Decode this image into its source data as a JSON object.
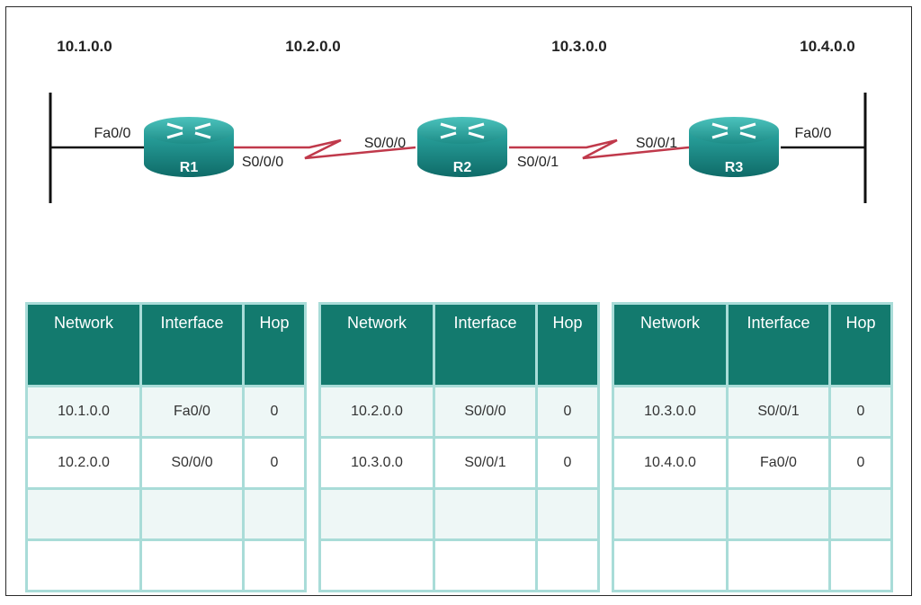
{
  "topology": {
    "networks": [
      "10.1.0.0",
      "10.2.0.0",
      "10.3.0.0",
      "10.4.0.0"
    ],
    "routers": [
      {
        "name": "R1",
        "left_interface": "Fa0/0",
        "right_interface": "S0/0/0"
      },
      {
        "name": "R2",
        "left_interface": "S0/0/0",
        "right_interface": "S0/0/1"
      },
      {
        "name": "R3",
        "left_interface": "S0/0/1",
        "right_interface": "Fa0/0"
      }
    ]
  },
  "tables": [
    {
      "headers": [
        "Network",
        "Interface",
        "Hop"
      ],
      "rows": [
        [
          "10.1.0.0",
          "Fa0/0",
          "0"
        ],
        [
          "10.2.0.0",
          "S0/0/0",
          "0"
        ],
        [
          "",
          "",
          ""
        ],
        [
          "",
          "",
          ""
        ]
      ]
    },
    {
      "headers": [
        "Network",
        "Interface",
        "Hop"
      ],
      "rows": [
        [
          "10.2.0.0",
          "S0/0/0",
          "0"
        ],
        [
          "10.3.0.0",
          "S0/0/1",
          "0"
        ],
        [
          "",
          "",
          ""
        ],
        [
          "",
          "",
          ""
        ]
      ]
    },
    {
      "headers": [
        "Network",
        "Interface",
        "Hop"
      ],
      "rows": [
        [
          "10.3.0.0",
          "S0/0/1",
          "0"
        ],
        [
          "10.4.0.0",
          "Fa0/0",
          "0"
        ],
        [
          "",
          "",
          ""
        ],
        [
          "",
          "",
          ""
        ]
      ]
    }
  ],
  "colors": {
    "header_bg": "#137a6e",
    "grid": "#a9dcd8",
    "router_body": "#1b8a86",
    "serial_link": "#c0394b"
  }
}
